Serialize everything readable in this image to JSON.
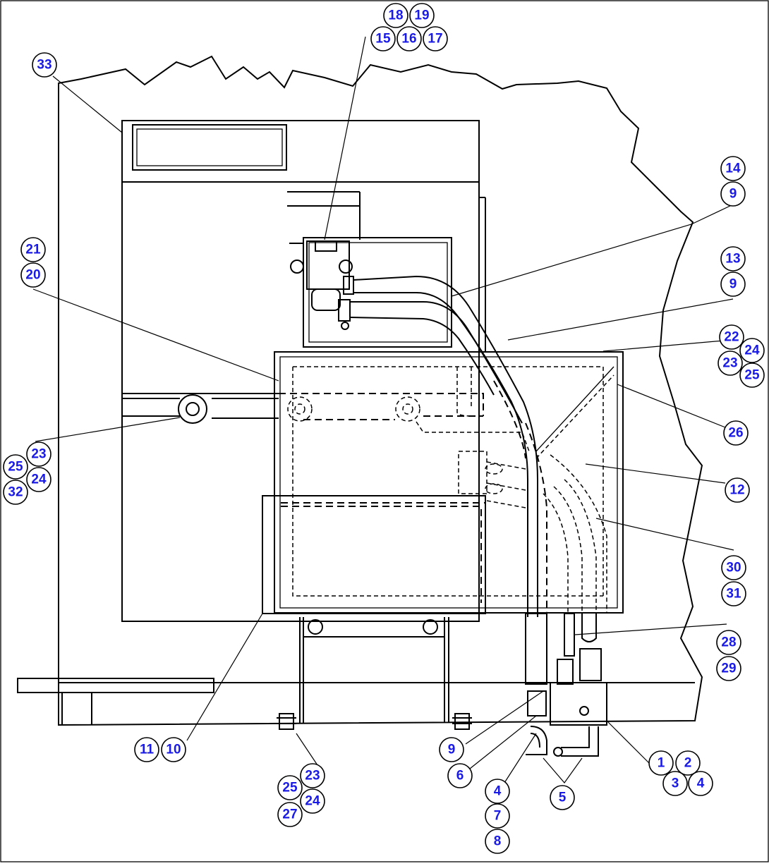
{
  "callouts": [
    {
      "id": "c1",
      "label": "1"
    },
    {
      "id": "c2",
      "label": "2"
    },
    {
      "id": "c3",
      "label": "3"
    },
    {
      "id": "c4a",
      "label": "4"
    },
    {
      "id": "c4b",
      "label": "4"
    },
    {
      "id": "c5",
      "label": "5"
    },
    {
      "id": "c6",
      "label": "6"
    },
    {
      "id": "c7",
      "label": "7"
    },
    {
      "id": "c8",
      "label": "8"
    },
    {
      "id": "c9a",
      "label": "9"
    },
    {
      "id": "c9b",
      "label": "9"
    },
    {
      "id": "c9c",
      "label": "9"
    },
    {
      "id": "c10",
      "label": "10"
    },
    {
      "id": "c11",
      "label": "11"
    },
    {
      "id": "c12",
      "label": "12"
    },
    {
      "id": "c13",
      "label": "13"
    },
    {
      "id": "c14",
      "label": "14"
    },
    {
      "id": "c15",
      "label": "15"
    },
    {
      "id": "c16",
      "label": "16"
    },
    {
      "id": "c17",
      "label": "17"
    },
    {
      "id": "c18",
      "label": "18"
    },
    {
      "id": "c19",
      "label": "19"
    },
    {
      "id": "c20",
      "label": "20"
    },
    {
      "id": "c21",
      "label": "21"
    },
    {
      "id": "c22",
      "label": "22"
    },
    {
      "id": "c23a",
      "label": "23"
    },
    {
      "id": "c23b",
      "label": "23"
    },
    {
      "id": "c23c",
      "label": "23"
    },
    {
      "id": "c24a",
      "label": "24"
    },
    {
      "id": "c24b",
      "label": "24"
    },
    {
      "id": "c24c",
      "label": "24"
    },
    {
      "id": "c25a",
      "label": "25"
    },
    {
      "id": "c25b",
      "label": "25"
    },
    {
      "id": "c25c",
      "label": "25"
    },
    {
      "id": "c26",
      "label": "26"
    },
    {
      "id": "c27",
      "label": "27"
    },
    {
      "id": "c28",
      "label": "28"
    },
    {
      "id": "c29",
      "label": "29"
    },
    {
      "id": "c30",
      "label": "30"
    },
    {
      "id": "c31",
      "label": "31"
    },
    {
      "id": "c32",
      "label": "32"
    },
    {
      "id": "c33",
      "label": "33"
    }
  ]
}
